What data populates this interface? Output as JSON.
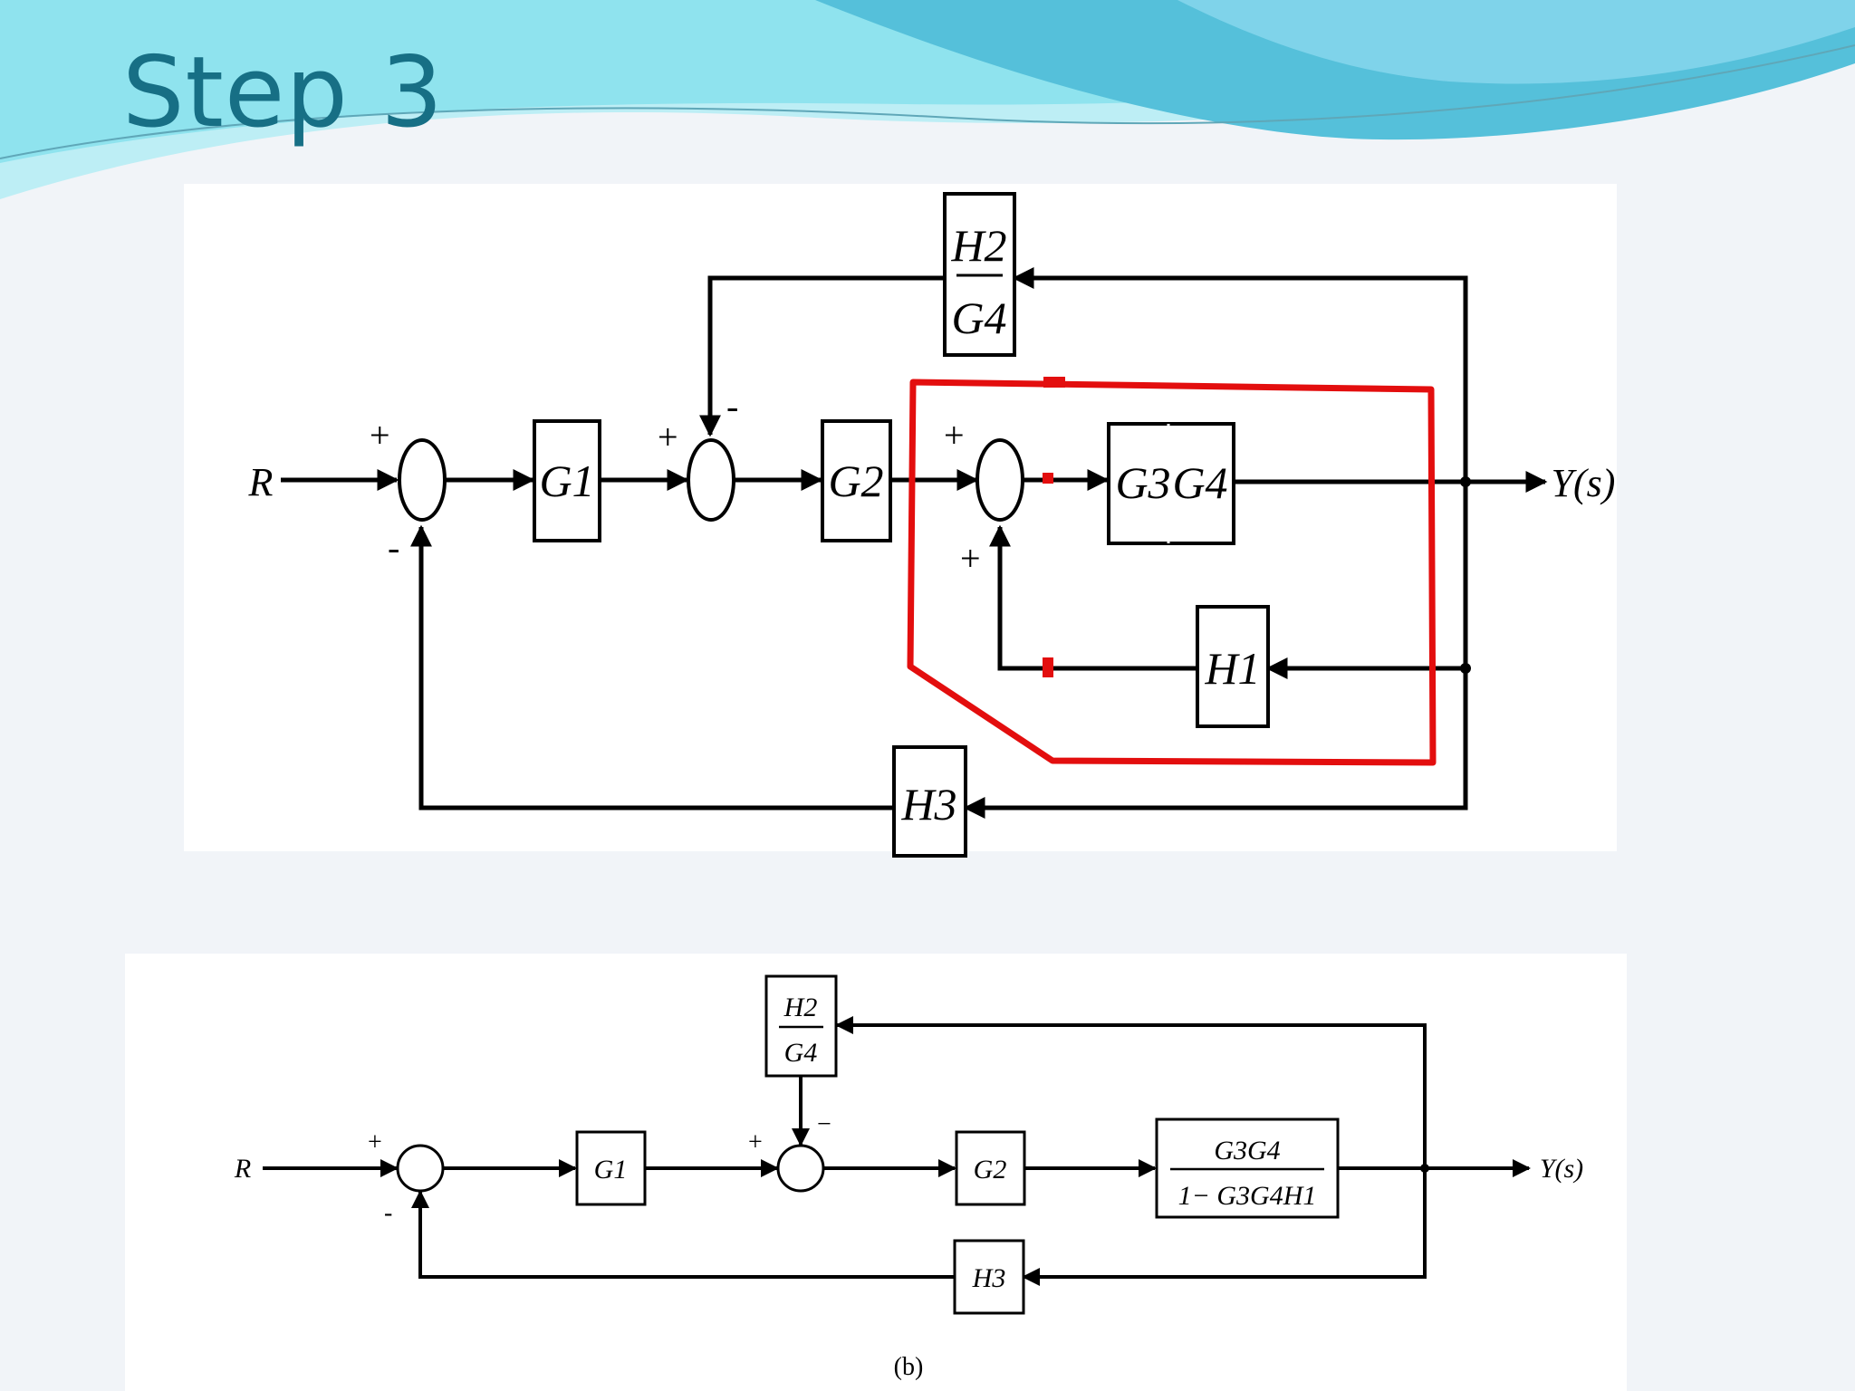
{
  "slide": {
    "title": "Step 3",
    "colors": {
      "title": "#176f85",
      "wave_light": "#8fe3ee",
      "wave_mid": "#55c0da",
      "highlight": "#e30e0e"
    }
  },
  "diagram_a": {
    "input_label": "R",
    "output_label": "Y(s)",
    "blocks": {
      "g1": "G1",
      "g2": "G2",
      "g3": "G3",
      "g4": "G4",
      "h1": "H1",
      "h3": "H3",
      "h2_over_g4_num": "H2",
      "h2_over_g4_den": "G4"
    },
    "signs": {
      "s1_in": "+",
      "s1_fb": "-",
      "s2_in": "+",
      "s2_fb": "-",
      "s3_in": "+",
      "s3_fb": "+"
    }
  },
  "diagram_b": {
    "input_label": "R",
    "output_label": "Y(s)",
    "caption": "(b)",
    "blocks": {
      "g1": "G1",
      "g2": "G2",
      "h3": "H3",
      "h2_over_g4_num": "H2",
      "h2_over_g4_den": "G4",
      "closed_loop_num": "G3G4",
      "closed_loop_den": "1− G3G4H1"
    },
    "signs": {
      "s1_in": "+",
      "s1_fb": "-",
      "s2_in": "+",
      "s2_fb": "−"
    }
  }
}
